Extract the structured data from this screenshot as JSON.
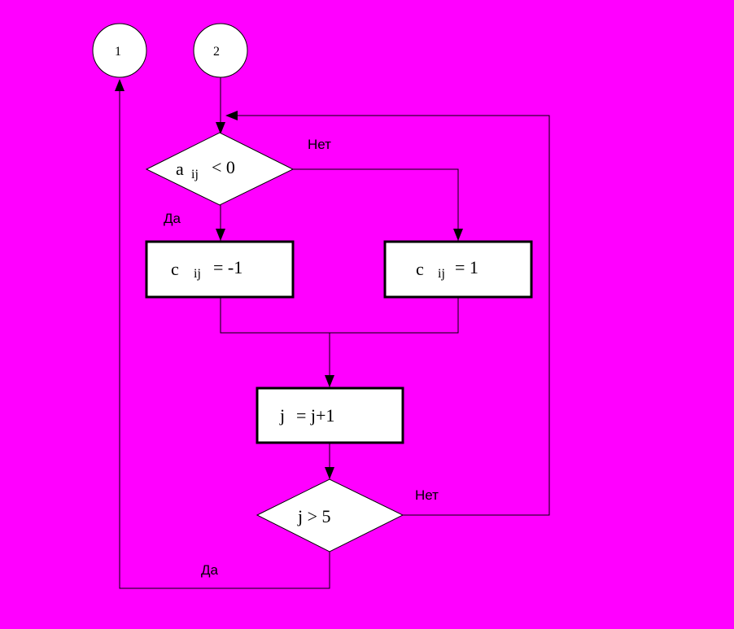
{
  "colors": {
    "background": "#FF00FF",
    "shape_fill": "#FFFFFF",
    "stroke": "#000000"
  },
  "connectors": {
    "one": "1",
    "two": "2"
  },
  "decision_1": {
    "var": "a",
    "subscript": "ij",
    "condition": "< 0",
    "yes_label": "Да",
    "no_label": "Нет"
  },
  "process_left": {
    "var": "c",
    "subscript": "ij",
    "value": "= -1"
  },
  "process_right": {
    "var": "c",
    "subscript": "ij",
    "value": "= 1"
  },
  "process_increment": {
    "var": "j",
    "value": "= j+1"
  },
  "decision_2": {
    "text": "j > 5",
    "yes_label": "Да",
    "no_label": "Нет"
  }
}
